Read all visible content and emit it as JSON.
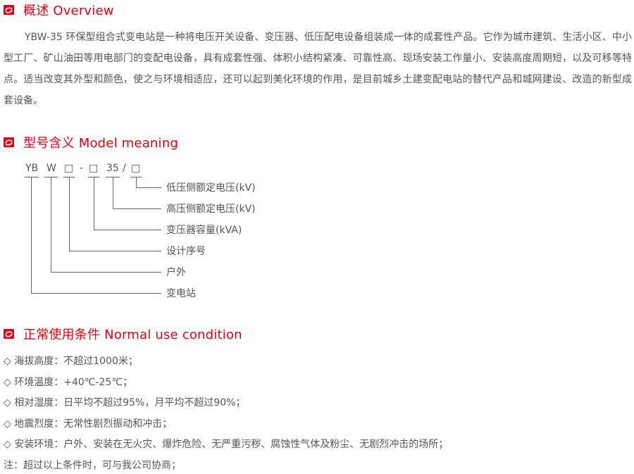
{
  "colors": {
    "accent": "#e60012",
    "text": "#555555",
    "line": "#666666"
  },
  "overview": {
    "icon": "section-logo-icon",
    "title": "概述 Overview",
    "paragraph": "YBW-35 环保型组合式变电站是一种将电压开关设备、变压器、低压配电设备组装成一体的成套性产品。它作为城市建筑、生活小区、中小型工厂、矿山油田等用电部门的变配电设备，具有成套性强、体积小结构紧凑、可靠性高、现场安装工作量小、安装高度周期短，以及可移等特点。适当改变其外型和颜色，使之与环境相适应，还可以起到美化环境的作用，是目前城乡土建变配电站的替代产品和城网建设、改造的新型成套设备。"
  },
  "model": {
    "icon": "section-logo-icon",
    "title": "型号含义 Model meaning",
    "code_parts": [
      "YB",
      "W",
      "□",
      "-",
      "□",
      "35",
      "/",
      "□"
    ],
    "labels": [
      "低压侧额定电压(kV)",
      "高压侧额定电压(kV)",
      "变压器容量(kVA)",
      "设计序号",
      "户外",
      "变电站"
    ]
  },
  "conditions": {
    "icon": "section-logo-icon",
    "title": "正常使用条件 Normal use condition",
    "items": [
      "◇ 海拔高度：不超过1000米；",
      "◇ 环境温度：+40℃-25℃；",
      "◇ 相对湿度：日平均不超过95%，月平均不超过90%；",
      "◇ 地震烈度：无常性剧烈振动和冲击；",
      "◇ 安装环境：户外、安装在无火灾、爆炸危险、无严重污秽、腐蚀性气体及粉尘、无剧烈冲击的场所；"
    ],
    "note": "注：超过以上条件时，可与我公司协商；"
  }
}
